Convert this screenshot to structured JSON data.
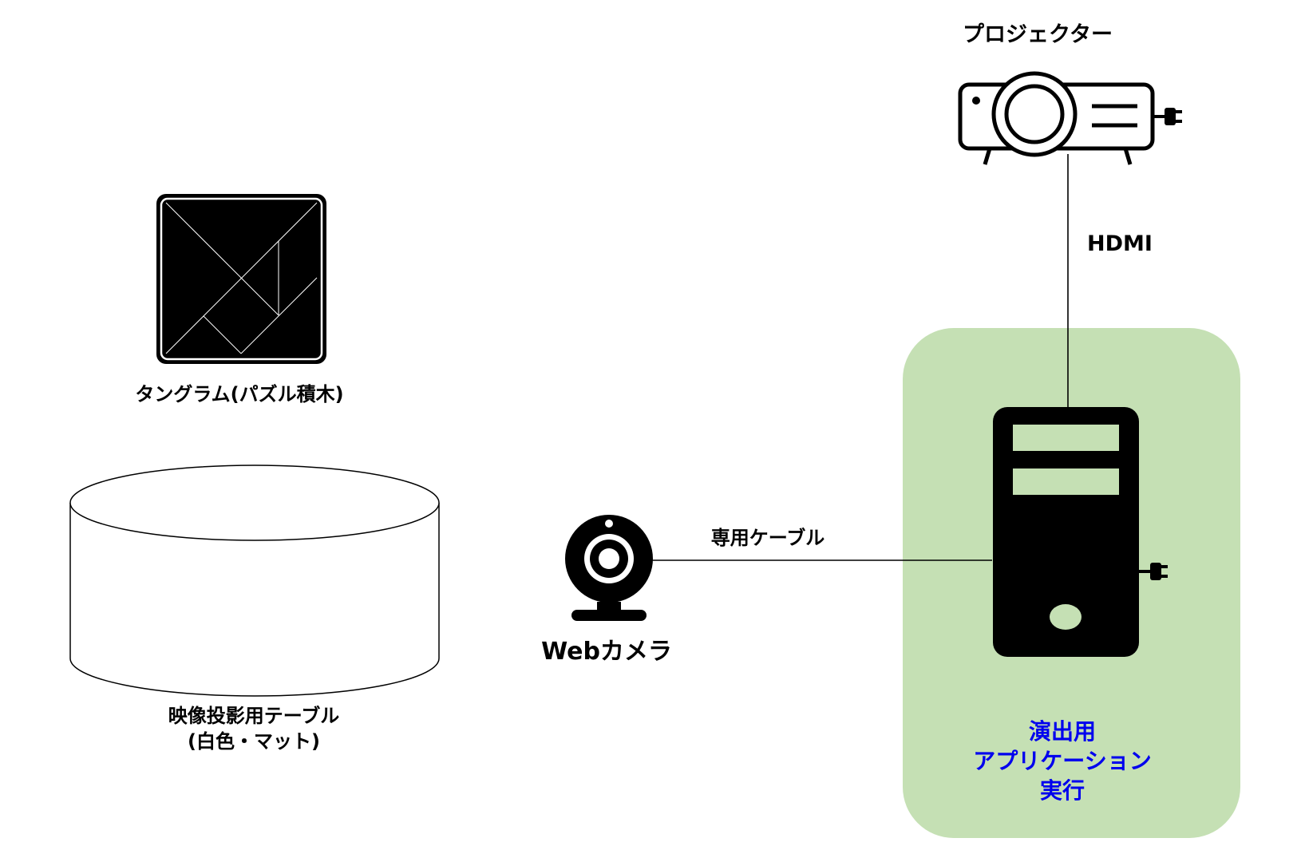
{
  "nodes": {
    "projector": {
      "label": "プロジェクター"
    },
    "tangram": {
      "label": "タングラム(パズル積木)"
    },
    "table": {
      "label_line1": "映像投影用テーブル",
      "label_line2": "(白色・マット)"
    },
    "webcam": {
      "label": "Webカメラ"
    },
    "pc": {
      "label_line1": "演出用",
      "label_line2": "アプリケーション",
      "label_line3": "実行"
    }
  },
  "edges": {
    "projector_pc": {
      "label": "HDMI"
    },
    "webcam_pc": {
      "label": "専用ケーブル"
    }
  },
  "colors": {
    "pc_group_fill": "#c5e0b4",
    "pc_label_color": "#0000ee",
    "stroke": "#000000"
  },
  "icons": {
    "projector": "projector-icon",
    "pc": "desktop-tower-icon",
    "webcam": "webcam-icon",
    "tangram": "tangram-puzzle-icon",
    "table": "cylinder-table-icon",
    "plug": "power-plug-icon"
  }
}
